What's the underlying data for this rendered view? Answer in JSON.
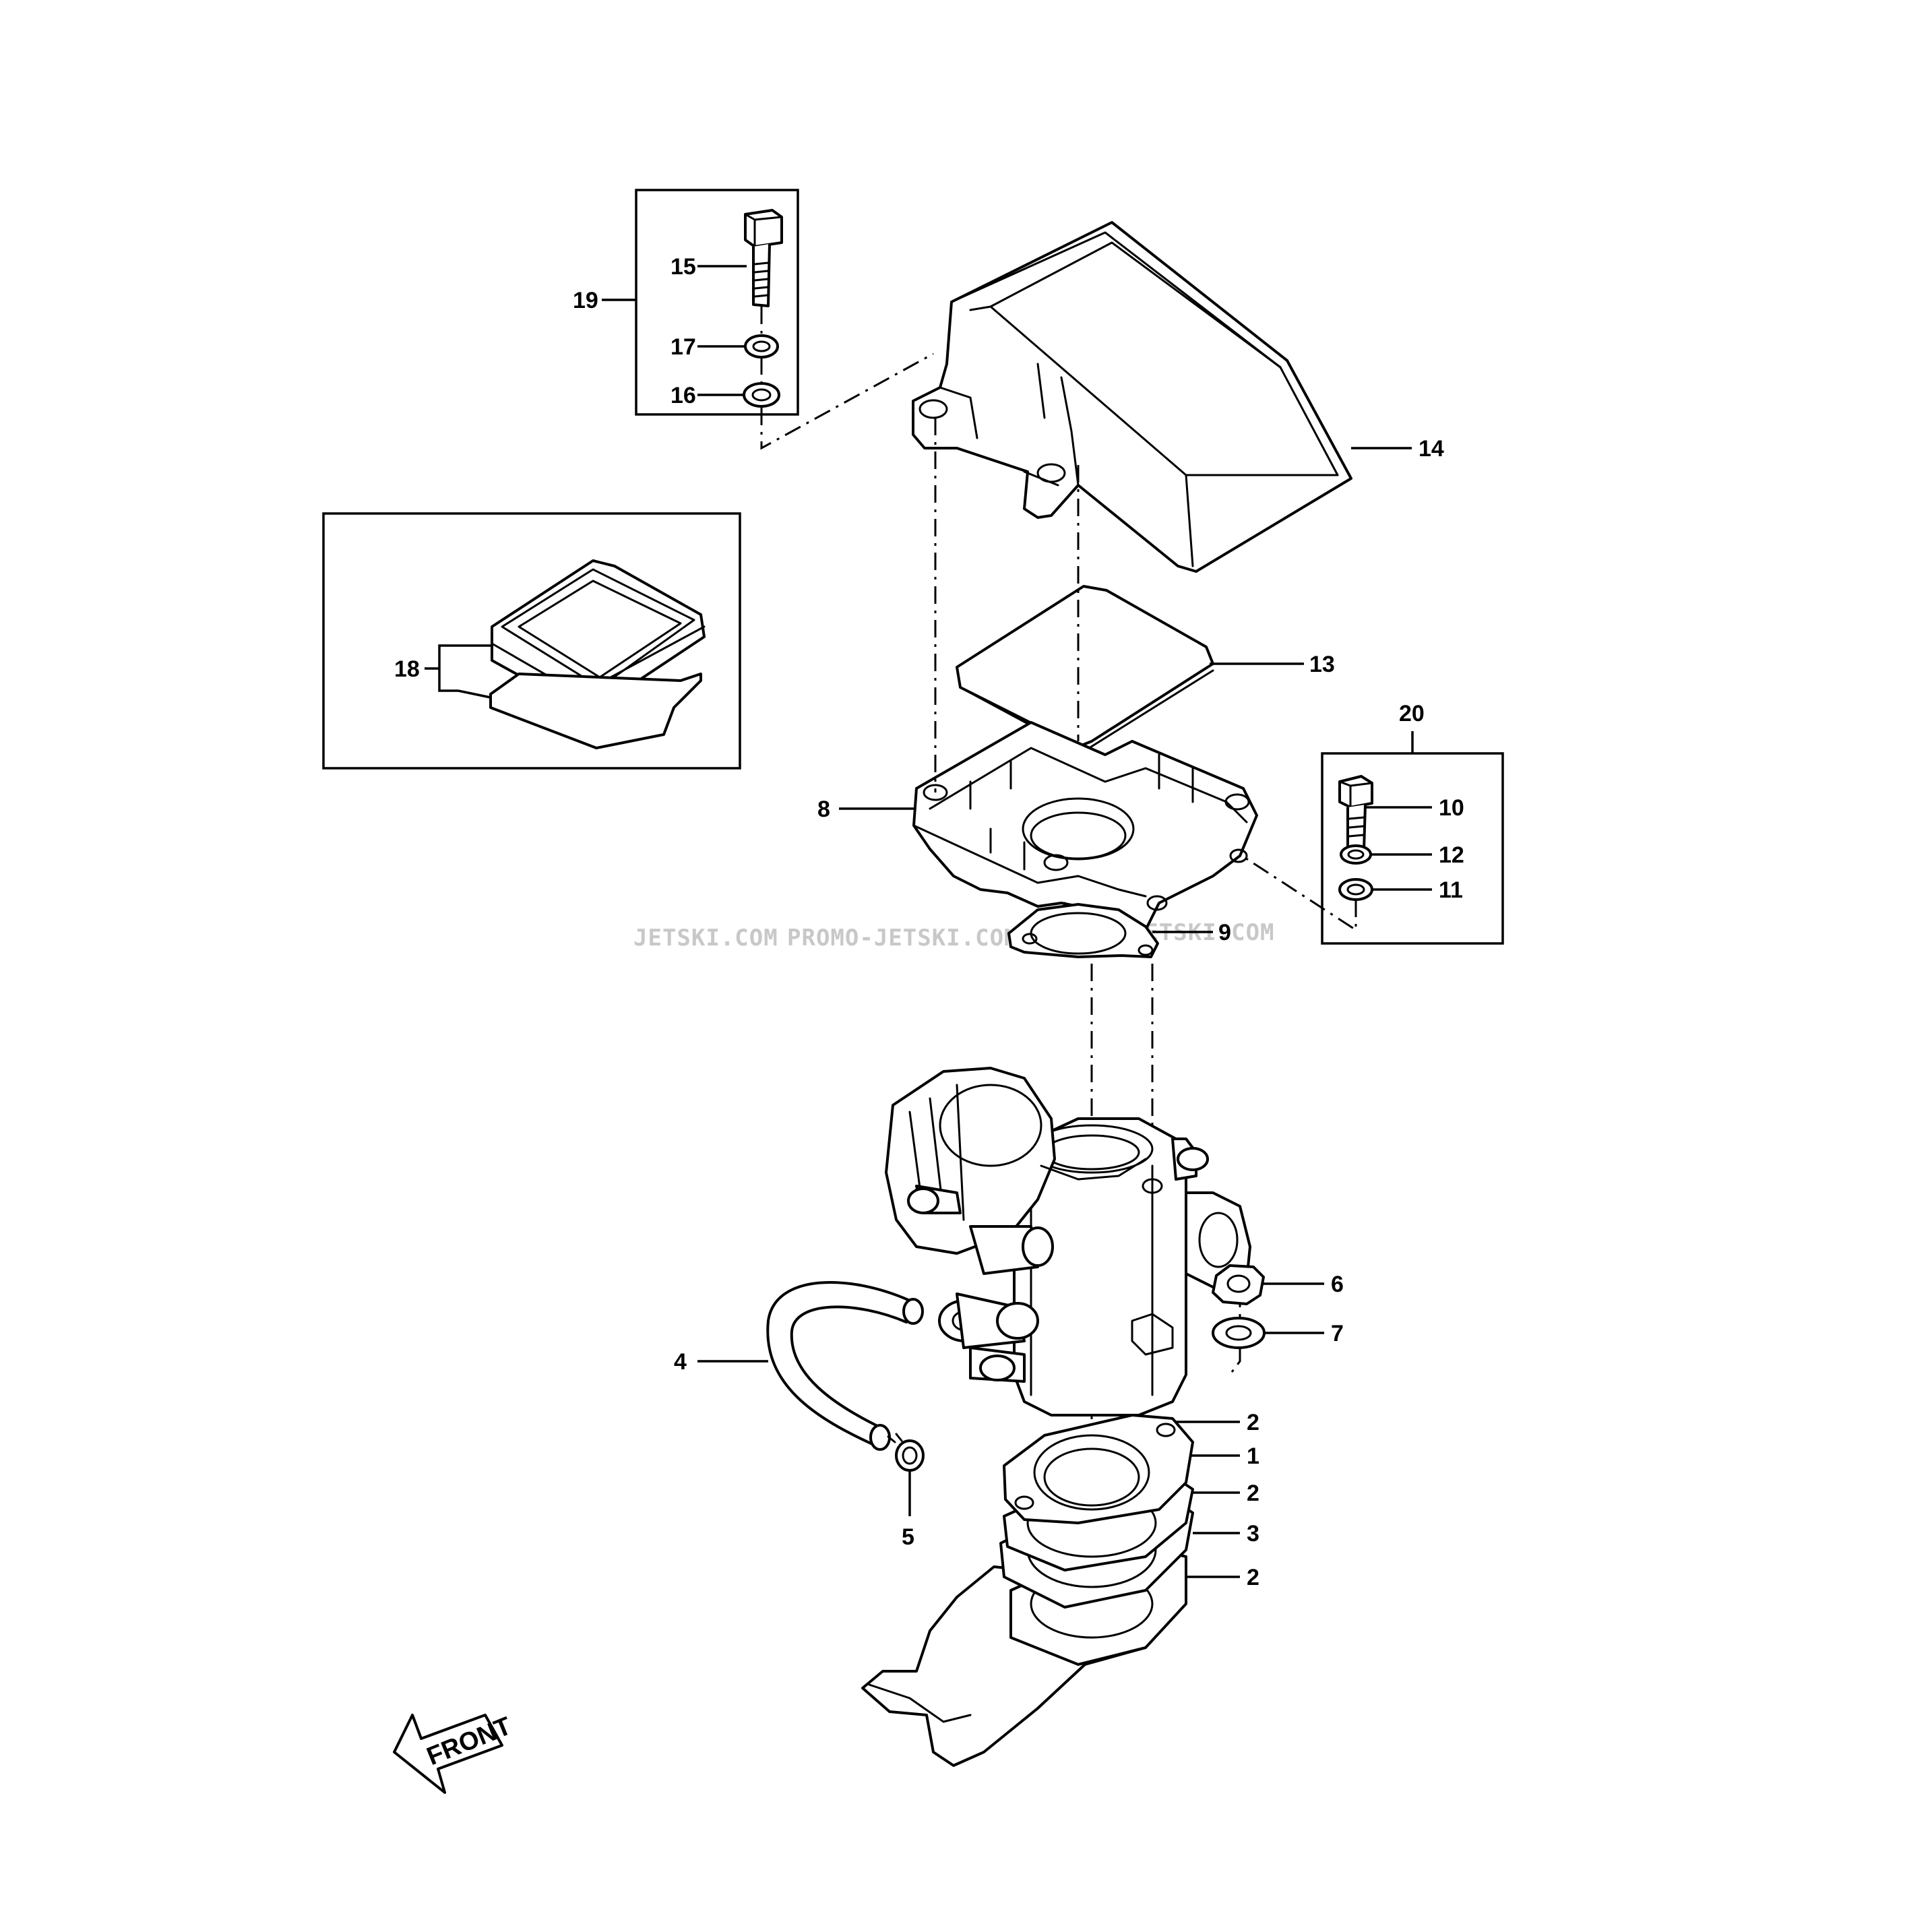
{
  "watermark": {
    "text_1": "JETSKI.COM",
    "text_2": "PROMO-JETSKI.COM",
    "text_3": "PROMO-JETSKI.COM"
  },
  "front_arrow_label": "FRONT",
  "callouts": {
    "c1": "1",
    "c2a": "2",
    "c2b": "2",
    "c2c": "2",
    "c3": "3",
    "c4": "4",
    "c5": "5",
    "c6": "6",
    "c7": "7",
    "c8": "8",
    "c9": "9",
    "c10": "10",
    "c11": "11",
    "c12": "12",
    "c13": "13",
    "c14": "14",
    "c15": "15",
    "c16": "16",
    "c17": "17",
    "c18": "18",
    "c19": "19",
    "c20": "20"
  }
}
